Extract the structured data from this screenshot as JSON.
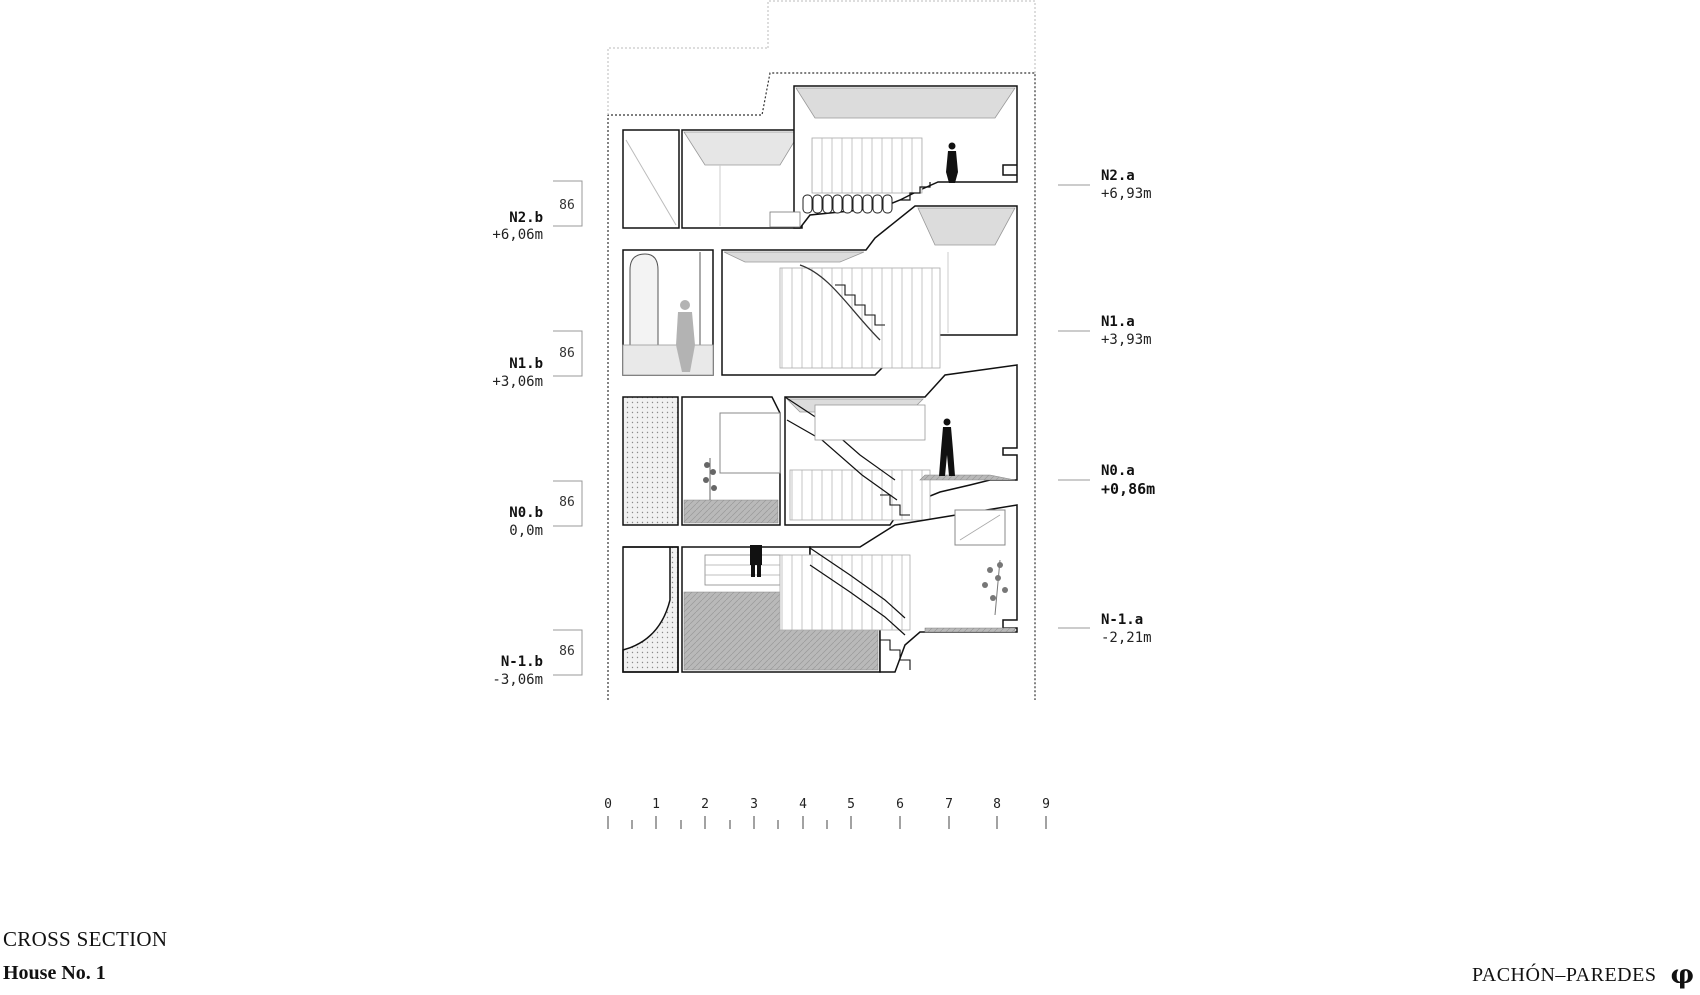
{
  "drawing": {
    "title": "CROSS SECTION",
    "project": "House No. 1",
    "firm": "PACHÓN–PAREDES",
    "logo_glyph": "φ",
    "logo_icon": "phi-logo-icon"
  },
  "levels_left": [
    {
      "name": "N2.b",
      "elevation": "+6,06m",
      "box": "86"
    },
    {
      "name": "N1.b",
      "elevation": "+3,06m",
      "box": "86"
    },
    {
      "name": "N0.b",
      "elevation": "0,0m",
      "box": "86"
    },
    {
      "name": "N-1.b",
      "elevation": "-3,06m",
      "box": "86"
    }
  ],
  "levels_right": [
    {
      "name": "N2.a",
      "elevation": "+6,93m"
    },
    {
      "name": "N1.a",
      "elevation": "+3,93m"
    },
    {
      "name": "N0.a",
      "elevation": "+0,86m"
    },
    {
      "name": "N-1.a",
      "elevation": "-2,21m"
    }
  ],
  "scale_bar": {
    "labels": [
      "0",
      "1",
      "2",
      "3",
      "4",
      "5",
      "6",
      "7",
      "8",
      "9"
    ]
  }
}
